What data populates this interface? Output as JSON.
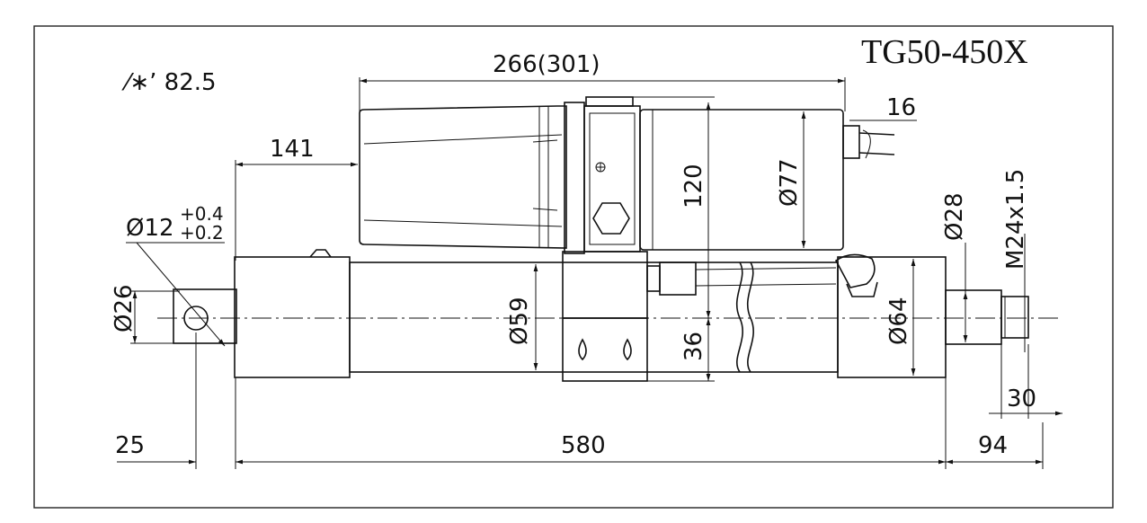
{
  "title": "TG50-450X",
  "note": "⁄∗’ 82.5",
  "dimensions": {
    "overall_top": "266(301)",
    "cable": "16",
    "left_offset": "141",
    "pin_hole_main": "Ø12",
    "pin_hole_tol_upper": "+0.4",
    "pin_hole_tol_lower": "+0.2",
    "pivot_dia": "Ø26",
    "body_dia": "Ø59",
    "motor_height": "120",
    "motor_dia": "Ø77",
    "bracket": "36",
    "rear_dia": "Ø64",
    "rod_dia": "Ø28",
    "thread": "M24x1.5",
    "thread_len": "30",
    "left_end": "25",
    "body_len": "580",
    "right_end": "94"
  }
}
